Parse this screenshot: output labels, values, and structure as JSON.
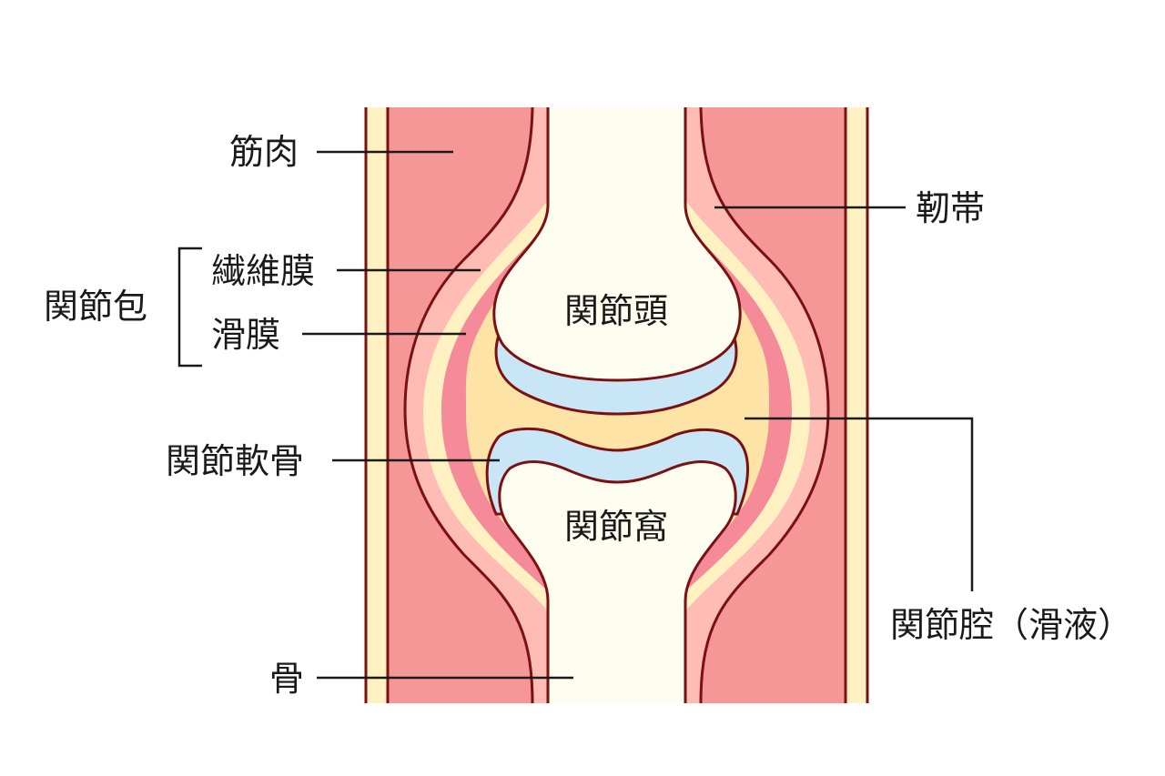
{
  "labels": {
    "muscle": "筋肉",
    "fibrous_membrane": "繊維膜",
    "joint_capsule": "関節包",
    "synovial_membrane": "滑膜",
    "articular_cartilage": "関節軟骨",
    "bone": "骨",
    "ligament": "靭帯",
    "joint_cavity": "関節腔（滑液）",
    "joint_head": "関節頭",
    "joint_socket": "関節窩"
  },
  "colors": {
    "outline": "#7a1012",
    "muscle": "#f59797",
    "ligament": "#ffbcb4",
    "fibrous_membrane": "#fff1c2",
    "synovial_membrane": "#f58a98",
    "synovial_fluid": "#fde3a6",
    "cartilage": "#c9e6f7",
    "bone": "#fffcf0",
    "outer_strip": "#fff1c2"
  }
}
